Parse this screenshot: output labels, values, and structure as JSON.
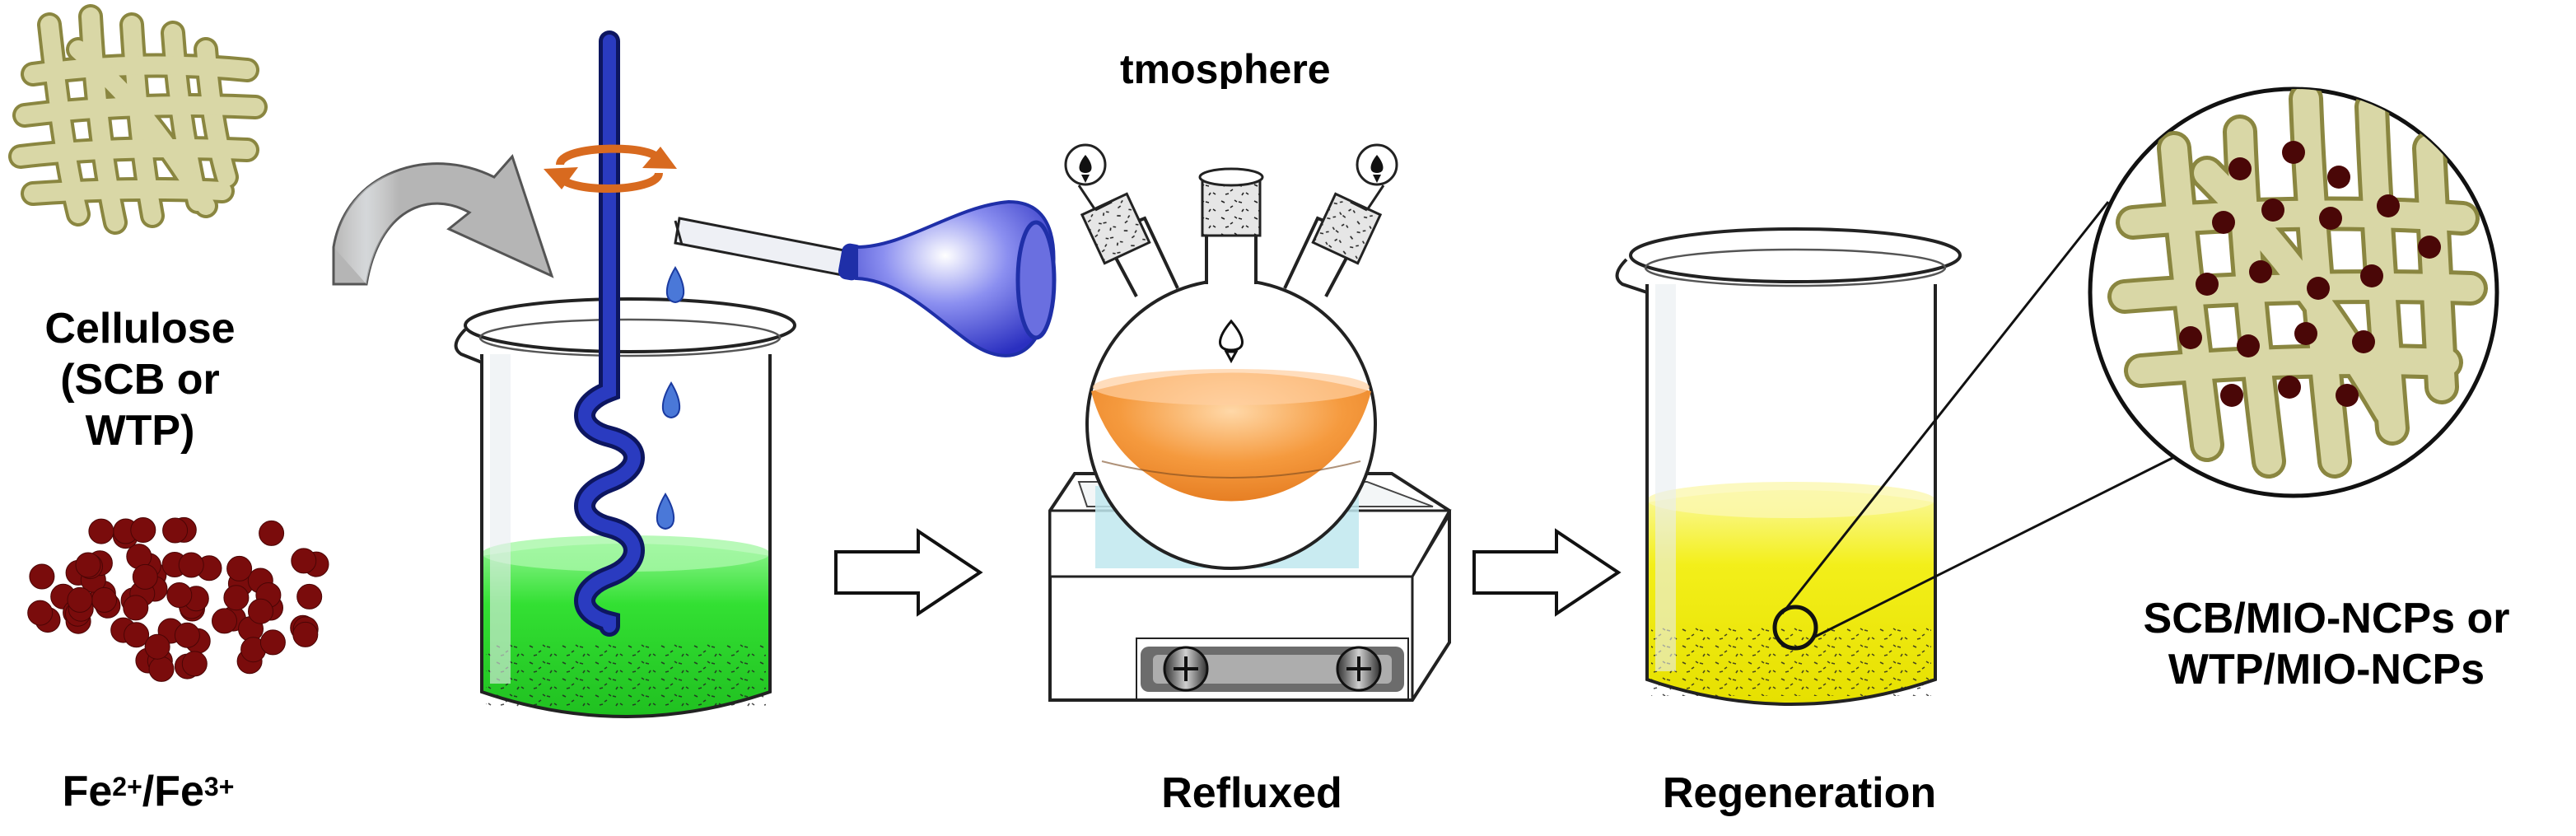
{
  "labels": {
    "cellulose_line1": "Cellulose",
    "cellulose_line2": "(SCB or WTP)",
    "iron_fe2": "Fe",
    "iron_fe2_charge": "2+",
    "iron_sep": "/",
    "iron_fe3": "Fe",
    "iron_fe3_charge": "3+",
    "atmosphere_partial": "tmosphere",
    "refluxed": "Refluxed",
    "regeneration": "Regeneration",
    "product_line1": "SCB/MIO-NCPs or",
    "product_line2": "WTP/MIO-NCPs"
  },
  "colors": {
    "fiber_fill": "#d9d7a6",
    "fiber_stroke": "#8a8640",
    "particle": "#7a0c0c",
    "green_solution": "#2fe82f",
    "orange_solution": "#f38a2a",
    "yellow_solution": "#f2ef14",
    "stirrer": "#1f2fa8",
    "flask_blue": "#3a3fd0",
    "rotation_arrow": "#e07a30",
    "process_arrow": "#ffffff",
    "hotplate_window": "#bfe8ef"
  },
  "icons": [
    "cellulose-fibers-icon",
    "iron-particles-icon",
    "curved-arrow-icon",
    "beaker-icon",
    "stirrer-icon",
    "rotation-icon",
    "dropping-flask-icon",
    "three-neck-flask-icon",
    "hot-plate-icon",
    "magnifier-circle-icon",
    "process-arrow-icon"
  ]
}
